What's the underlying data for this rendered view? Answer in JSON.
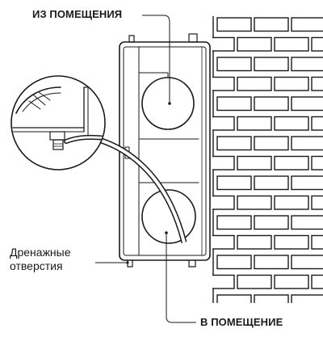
{
  "labels": {
    "from_room": "ИЗ ПОМЕЩЕНИЯ",
    "to_room": "В ПОМЕЩЕНИЕ",
    "drain_line1": "Дренажные",
    "drain_line2": "отверстия"
  },
  "colors": {
    "line": "#1a1a1a",
    "background": "#ffffff"
  }
}
